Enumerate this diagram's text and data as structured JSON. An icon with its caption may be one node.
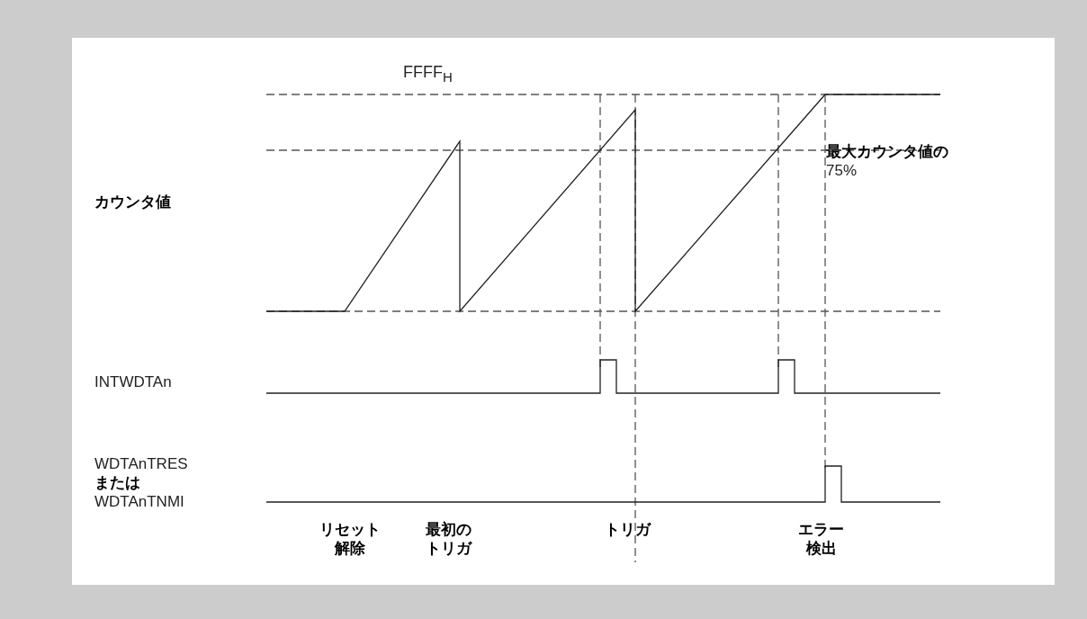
{
  "diagram": {
    "labels": [
      "FFFF$_{H}$",
      "**最大カウンタ値の** 75%",
      "カウンタ値",
      "INTWDTAn",
      "WDTAnTRES **または** WDTAnTNMI",
      "リセット解除",
      "最初のトリガ",
      "トリガ",
      "エラー検出"
    ]
  }
}
